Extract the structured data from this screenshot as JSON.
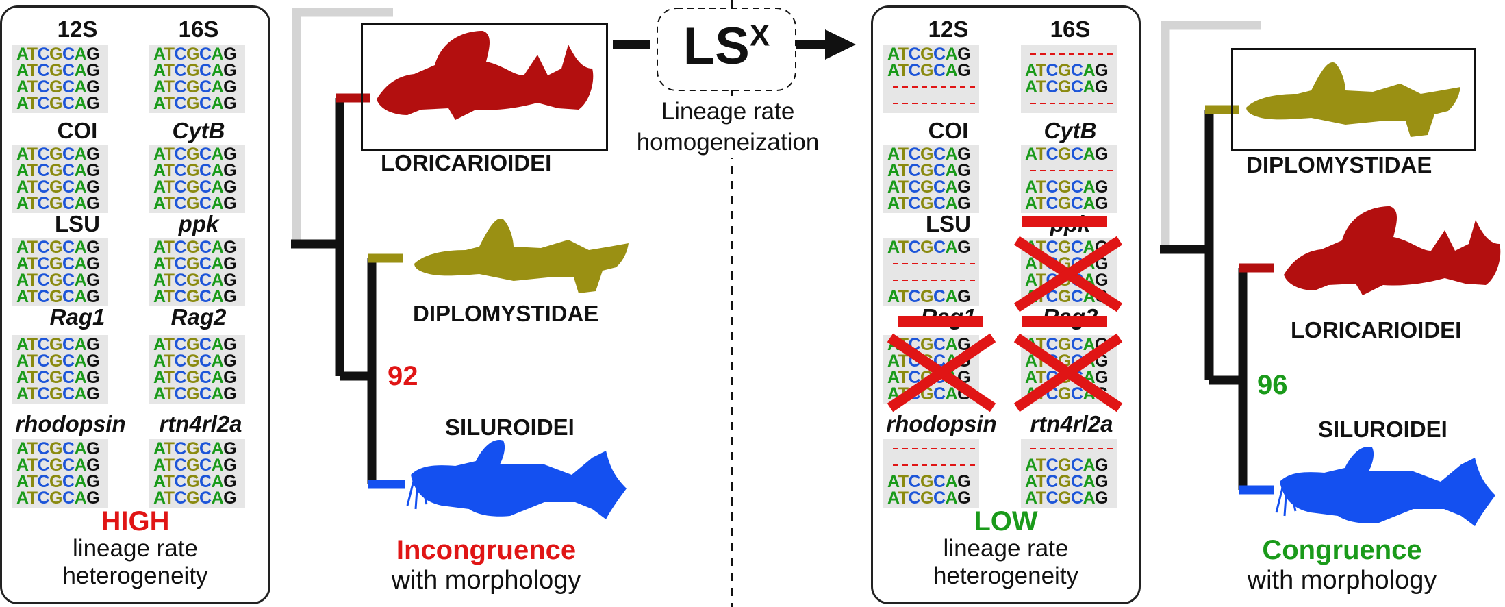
{
  "genes": [
    {
      "name": "12S",
      "italic": false
    },
    {
      "name": "16S",
      "italic": false
    },
    {
      "name": "COI",
      "italic": false
    },
    {
      "name": "CytB",
      "italic": true
    },
    {
      "name": "LSU",
      "italic": false
    },
    {
      "name": "ppk",
      "italic": true
    },
    {
      "name": "Rag1",
      "italic": true
    },
    {
      "name": "Rag2",
      "italic": true
    },
    {
      "name": "rhodopsin",
      "italic": true
    },
    {
      "name": "rtn4rl2a",
      "italic": true
    }
  ],
  "sequence": "ATCGCAG",
  "left_panel": {
    "level": "HIGH",
    "description_line1": "lineage rate",
    "description_line2": "heterogeneity"
  },
  "right_panel": {
    "level": "LOW",
    "description_line1": "lineage rate",
    "description_line2": "heterogeneity"
  },
  "method": {
    "label_main": "LS",
    "label_sup": "X",
    "description_line1": "Lineage rate",
    "description_line2": "homogeneization"
  },
  "left_tree": {
    "taxa": [
      "LORICARIOIDEI",
      "DIPLOMYSTIDAE",
      "SILUROIDEI"
    ],
    "support": "92",
    "result": "Incongruence",
    "result_sub": "with morphology"
  },
  "right_tree": {
    "taxa": [
      "DIPLOMYSTIDAE",
      "LORICARIOIDEI",
      "SILUROIDEI"
    ],
    "support": "96",
    "result": "Congruence",
    "result_sub": "with morphology"
  },
  "colors": {
    "red": "#e01515",
    "green": "#1a9a1a",
    "loricarioidei": "#b30f0f",
    "diplomystidae": "#9a9013",
    "siluroidei": "#1450f0",
    "gray_branch": "#d4d4d4"
  }
}
